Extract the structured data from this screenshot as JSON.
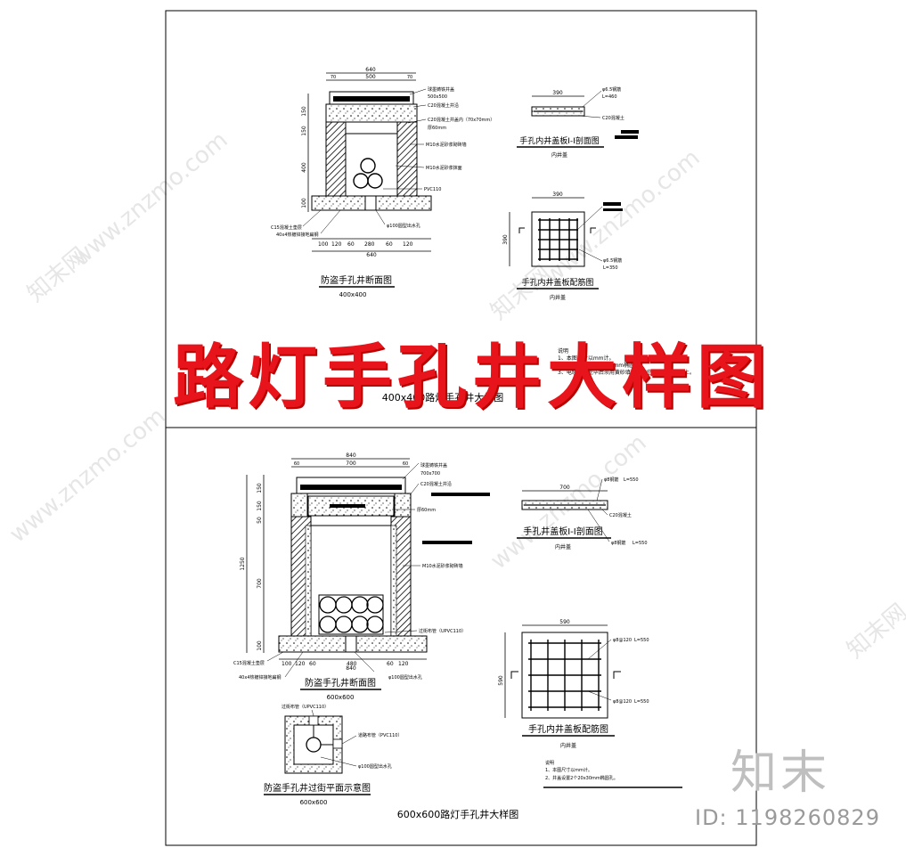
{
  "watermarks": [
    "www.znzmo.com",
    "知末网"
  ],
  "big_title": "路灯手孔井大样图",
  "logo": "知末",
  "id_text": "ID: 1198260829",
  "top": {
    "section_title": "400x400路灯手孔井大样图",
    "cut": {
      "title": "防盗手孔井断面图",
      "subtitle": "400x400",
      "dim_total": "640",
      "dim_a": "70",
      "dim_b": "500",
      "dim_c": "70",
      "dim_h1": "150",
      "dim_h2": "150",
      "dim_h3": "400",
      "dim_h4": "100",
      "dim_bottom_1": "100",
      "dim_bottom_2": "120",
      "dim_bottom_3": "60",
      "dim_bottom_4": "280",
      "dim_bottom_5": "60",
      "dim_bottom_6": "120",
      "dim_bottom_total": "640",
      "n1": "球墨铸铁井盖",
      "n2": "500x500",
      "n3": "C20混凝土井沿",
      "n4": "C20混凝土井盖内（70x70mm）",
      "n5": "厚60mm",
      "n6": "M10水泥砂浆砌砖墙",
      "n7": "M10水泥砂浆抹面",
      "n8": "PVC110",
      "n9": "φ100圆型出水孔",
      "n10": "C15混凝土垫层",
      "n11": "40x4热镀锌接地扁钢"
    },
    "lid_section": {
      "title": "手孔内井盖板I-I剖面图",
      "sub": "内井盖",
      "dim": "390",
      "n1": "φ6.5钢筋",
      "n2": "L=460",
      "n3": "C20混凝土"
    },
    "lid_rebar": {
      "title": "手孔内井盖板配筋图",
      "sub": "内井盖",
      "dim_top": "390",
      "dim_side": "390",
      "n1": "φ6.5钢筋",
      "n2": "L=350"
    },
    "notes": {
      "head": "说明",
      "l1": "1、本图尺寸以mm计。",
      "l2": "2、井盖设置2个20x30mm椭圆孔。",
      "l3": "3、电缆施放完毕后须用黄砂填满孔内空隙后再盖井盖土。"
    }
  },
  "bottom": {
    "section_title": "600x600路灯手孔井大样图",
    "cut": {
      "title": "防盗手孔井断面图",
      "subtitle": "600x600",
      "dim_total": "840",
      "dim_a": "60",
      "dim_b": "700",
      "dim_c": "60",
      "dim_h_total": "1250",
      "dim_h1": "150",
      "dim_h2": "150",
      "dim_h3": "50",
      "dim_h4": "700",
      "dim_h5": "100",
      "dim_bottom_1": "100",
      "dim_bottom_2": "120",
      "dim_bottom_3": "60",
      "dim_bottom_4": "480",
      "dim_bottom_5": "60",
      "dim_bottom_6": "120",
      "dim_bottom_total": "840",
      "n1": "球墨铸铁井盖",
      "n2": "700x700",
      "n3": "C20混凝土井沿",
      "n4": "厚60mm",
      "n5": "M10水泥砂浆砌砖墙",
      "n6": "过街布管（UPVC110）",
      "n7": "φ100圆型出水孔",
      "n8": "C15混凝土垫层",
      "n9": "40x4热镀锌接地扁钢"
    },
    "lid_section": {
      "title": "手孔井盖板I-I剖面图",
      "sub": "内井盖",
      "dim": "700",
      "n1": "φ8钢筋",
      "n2": "L=550",
      "n3": "C20混凝土",
      "n4": "φ8钢筋",
      "n5": "L=550"
    },
    "lid_rebar": {
      "title": "手孔内井盖板配筋图",
      "sub": "内井盖",
      "dim_top": "590",
      "dim_side": "590",
      "n1": "φ8@120",
      "n2": "L=550",
      "n3": "φ8@120",
      "n4": "L=550"
    },
    "plan": {
      "title": "防盗手孔井过街平面示意图",
      "subtitle": "600x600",
      "n1": "过街布管（UPVC110）",
      "n2": "道路布管（PVC110）",
      "n3": "φ100圆型出水孔"
    },
    "notes": {
      "head": "说明",
      "l1": "1、本图尺寸以mm计。",
      "l2": "2、井盖设置2个20x30mm椭圆孔。"
    }
  }
}
